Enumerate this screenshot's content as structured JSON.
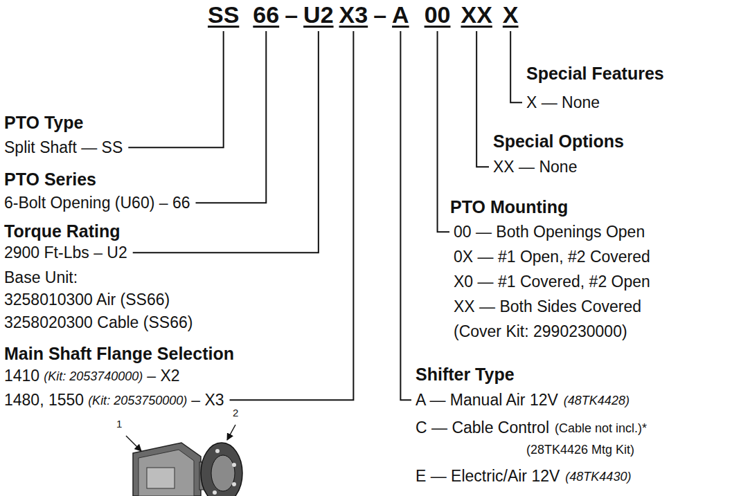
{
  "diagram": {
    "labels": [
      "SS",
      "66",
      "–",
      "U2",
      "X3",
      "–",
      "A",
      "00",
      "XX",
      "X",
      "PTO Type",
      "Split Shaft — SS",
      "PTO Series",
      "6-Bolt Opening (U60) – 66",
      "Torque Rating",
      "2900 Ft-Lbs – U2",
      "Base Unit:",
      "3258010300 Air (SS66)",
      "3258020300 Cable (SS66)",
      "Main Shaft Flange Selection",
      "1410",
      "(Kit: 2053740000)",
      "– X2",
      "1480, 1550",
      "(Kit: 2053750000)",
      "– X3",
      "Special Features",
      "X — None",
      "Special Options",
      "XX — None",
      "PTO Mounting",
      "00 — Both Openings Open",
      "0X — #1 Open, #2 Covered",
      "X0 — #1 Covered, #2 Open",
      "XX — Both Sides Covered",
      "(Cover Kit: 2990230000)",
      "Shifter Type",
      "A — Manual Air 12V",
      "(48TK4428)",
      "C — Cable Control",
      "(Cable not incl.)*",
      "(28TK4426 Mtg Kit)",
      "E — Electric/Air 12V",
      "(48TK4430)",
      "1",
      "2"
    ]
  }
}
